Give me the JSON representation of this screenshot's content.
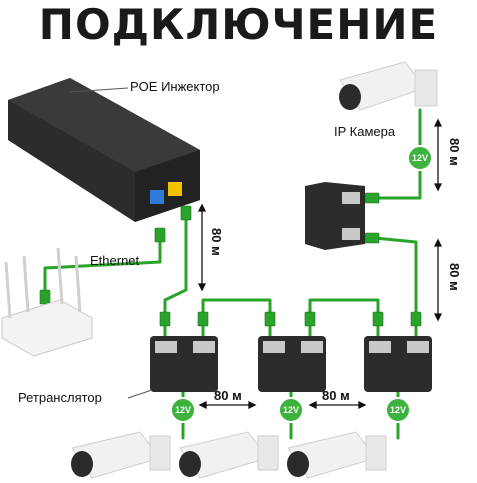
{
  "title": "ПОДКЛЮЧЕНИЕ",
  "labels": {
    "poe_injector": "POE Инжектор",
    "ip_camera": "IP Камера",
    "ethernet": "Ethernet",
    "repeater": "Ретранслятор"
  },
  "distances": {
    "d1": "80 м",
    "d2": "80 м",
    "d3": "80 м",
    "d4": "80 м",
    "d5": "80 м"
  },
  "voltages": {
    "v_top": "12V",
    "v1": "12V",
    "v2": "12V",
    "v3": "12V"
  },
  "colors": {
    "cable": "#2aa32a",
    "device": "#2c2c2c",
    "badge": "#3db23d",
    "port_yellow": "#f2c200",
    "port_blue": "#2f7ad8"
  }
}
